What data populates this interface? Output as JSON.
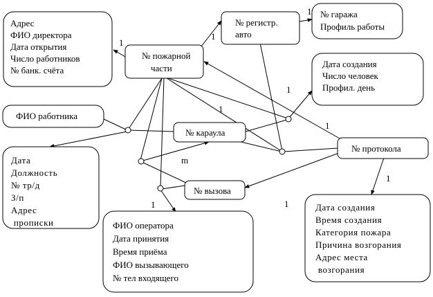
{
  "entities": {
    "fire_station": {
      "lines": [
        "№ пожарной",
        "части"
      ]
    },
    "station_attrs": {
      "lines": [
        "Адрес",
        "ФИО директора",
        "Дата открытия",
        "Число работников",
        "№ банк. счёта"
      ]
    },
    "vehicle": {
      "lines": [
        "№ регистр.",
        "авто"
      ]
    },
    "garage": {
      "lines": [
        "№ гаража",
        "Профиль работы"
      ]
    },
    "shift_attrs": {
      "lines": [
        "Дата создания",
        "Число человек",
        "Профил. день"
      ]
    },
    "worker_name": {
      "lines": [
        "ФИО работника"
      ]
    },
    "shift": {
      "lines": [
        "№ караула"
      ]
    },
    "protocol": {
      "lines": [
        "№ протокола"
      ]
    },
    "worker_attrs": {
      "lines": [
        "Дата",
        "Должность",
        "№ тр/д",
        "З/п",
        "Адрес",
        "  прописки"
      ]
    },
    "call": {
      "lines": [
        "№ вызова"
      ]
    },
    "call_attrs": {
      "lines": [
        "ФИО оператора",
        "Дата принятия",
        "Время приёма",
        "ФИО вызывающего",
        "№ тел входящего"
      ]
    },
    "protocol_attrs": {
      "lines": [
        "Дата создания",
        "Время создания",
        "Категория пожара",
        "Причина возгорания",
        "Адрес места",
        "  возгорания"
      ]
    }
  },
  "cardinality": {
    "c1": "1",
    "c2": "1",
    "c3": "1",
    "c4": "1",
    "c5": "1",
    "c6": "1",
    "c7": "1",
    "c8": "1",
    "c9": "1",
    "m": "m"
  }
}
